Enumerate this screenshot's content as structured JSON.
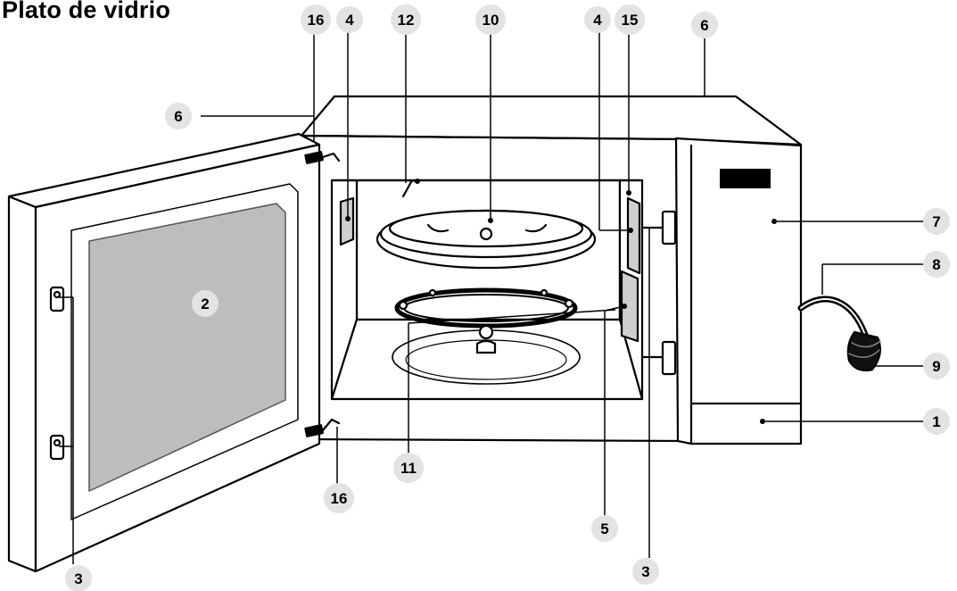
{
  "title": "Plato de vidrio",
  "callouts": [
    "1",
    "2",
    "3",
    "3",
    "4",
    "4",
    "5",
    "6",
    "6",
    "7",
    "8",
    "9",
    "10",
    "11",
    "12",
    "15",
    "16",
    "16"
  ],
  "colors": {
    "badge_fill": "#e3e3e3",
    "window_fill": "#bdbdbd",
    "line": "#000000"
  }
}
